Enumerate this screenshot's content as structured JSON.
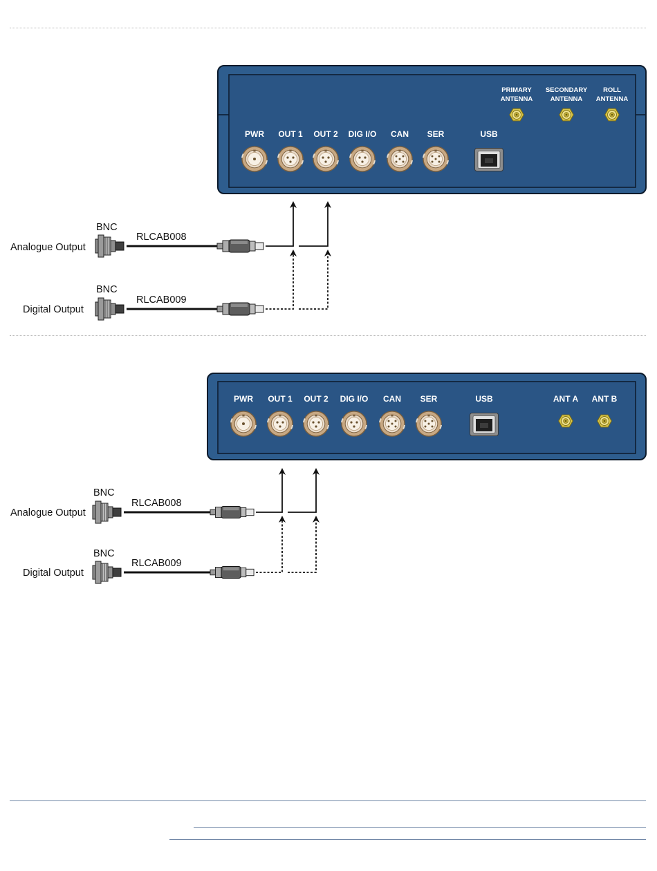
{
  "diagram1": {
    "ports": [
      "PWR",
      "OUT 1",
      "OUT 2",
      "DIG I/O",
      "CAN",
      "SER"
    ],
    "usb_label": "USB",
    "antennas": [
      {
        "line1": "PRIMARY",
        "line2": "ANTENNA"
      },
      {
        "line1": "SECONDARY",
        "line2": "ANTENNA"
      },
      {
        "line1": "ROLL",
        "line2": "ANTENNA"
      }
    ],
    "cables": [
      {
        "connector": "BNC",
        "part": "RLCAB008",
        "output": "Analogue Output"
      },
      {
        "connector": "BNC",
        "part": "RLCAB009",
        "output": "Digital Output"
      }
    ]
  },
  "diagram2": {
    "ports": [
      "PWR",
      "OUT 1",
      "OUT 2",
      "DIG I/O",
      "CAN",
      "SER"
    ],
    "usb_label": "USB",
    "antennas": [
      {
        "label": "ANT A"
      },
      {
        "label": "ANT B"
      }
    ],
    "cables": [
      {
        "connector": "BNC",
        "part": "RLCAB008",
        "output": "Analogue Output"
      },
      {
        "connector": "BNC",
        "part": "RLCAB009",
        "output": "Digital Output"
      }
    ]
  },
  "colors": {
    "panel_outer": "#2e5d8e",
    "panel_inner": "#2a5585",
    "connector_bronze": "#c7a883",
    "antenna_gold": "#d8c64a"
  }
}
